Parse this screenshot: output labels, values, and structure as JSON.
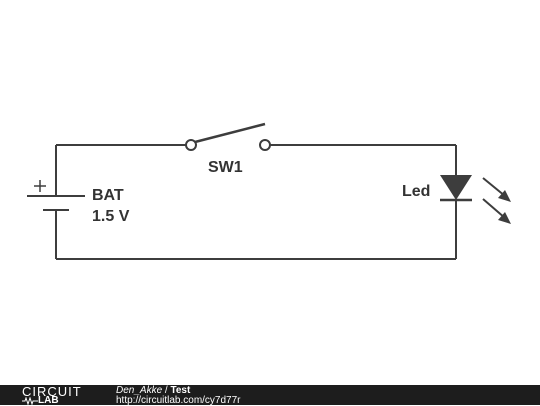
{
  "schematic": {
    "battery": {
      "name": "BAT",
      "value": "1.5 V",
      "plus_sign": "+"
    },
    "switch": {
      "name": "SW1"
    },
    "led": {
      "name": "Led"
    }
  },
  "footer": {
    "logo_top": "CIRCUIT",
    "logo_bottom": "LAB",
    "author": "Den_Akke",
    "separator": " / ",
    "title": "Test",
    "url": "http://circuitlab.com/cy7d77r"
  }
}
